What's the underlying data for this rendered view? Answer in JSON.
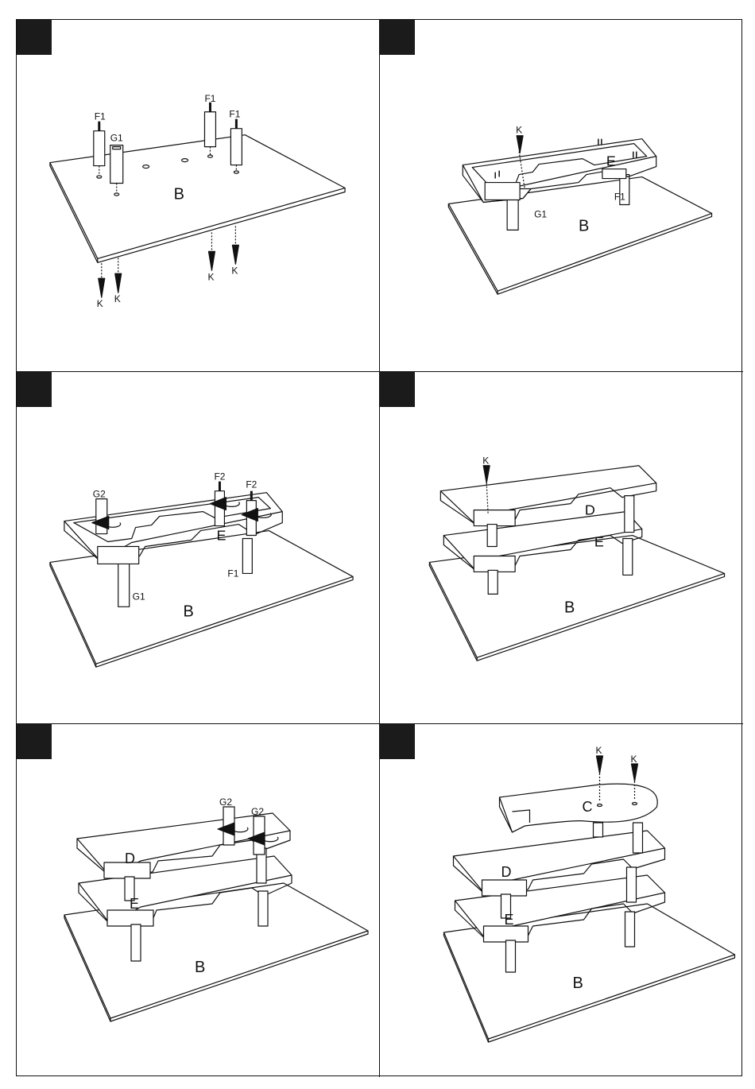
{
  "panels": [
    {
      "labels": {
        "F1a": "F1",
        "F1b": "F1",
        "F1c": "F1",
        "G1": "G1",
        "B": "B",
        "Ka": "K",
        "Kb": "K",
        "Kc": "K",
        "Kd": "K"
      }
    },
    {
      "labels": {
        "K": "K",
        "E": "E",
        "G1": "G1",
        "F1": "F1",
        "B": "B"
      }
    },
    {
      "labels": {
        "G2": "G2",
        "F2a": "F2",
        "F2b": "F2",
        "E": "E",
        "F1": "F1",
        "G1": "G1",
        "B": "B"
      }
    },
    {
      "labels": {
        "K": "K",
        "D": "D",
        "E": "E",
        "B": "B"
      }
    },
    {
      "labels": {
        "G2a": "G2",
        "G2b": "G2",
        "D": "D",
        "E": "E",
        "B": "B"
      }
    },
    {
      "labels": {
        "Ka": "K",
        "Kb": "K",
        "C": "C",
        "D": "D",
        "E": "E",
        "B": "B"
      }
    }
  ],
  "colors": {
    "line": "#111111",
    "badge": "#1b1b1b",
    "paper": "#ffffff"
  }
}
